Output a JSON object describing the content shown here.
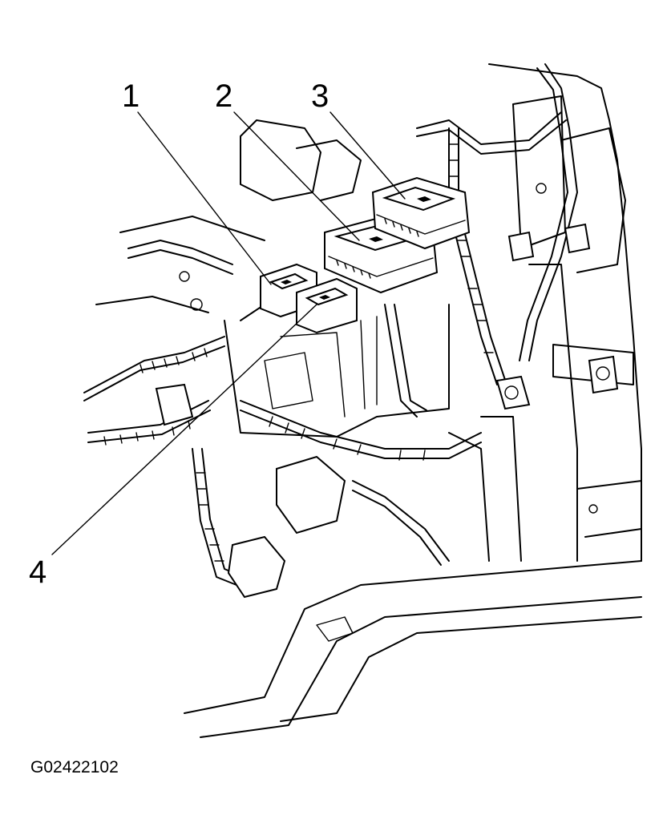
{
  "callouts": [
    {
      "id": "c1",
      "label": "1"
    },
    {
      "id": "c2",
      "label": "2"
    },
    {
      "id": "c3",
      "label": "3"
    },
    {
      "id": "c4",
      "label": "4"
    }
  ],
  "figure_id": "G02422102",
  "colors": {
    "ink": "#000000",
    "paper": "#ffffff"
  }
}
